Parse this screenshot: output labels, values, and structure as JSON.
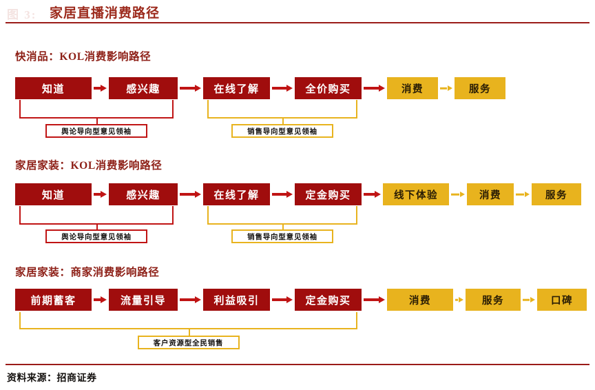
{
  "header": {
    "figure_index": "图 3:",
    "title": "家居直播消费路径",
    "rule_color": "#9a1b18",
    "title_color": "#9c2a1c"
  },
  "footer": {
    "source": "资料来源：招商证券"
  },
  "palette": {
    "red_fill": "#A00D0D",
    "red_line": "#C01414",
    "gold_fill": "#E8B31E",
    "gold_line": "#E8B31E",
    "white": "#ffffff"
  },
  "chart_data": {
    "type": "diagram",
    "title": "家居直播消费路径",
    "subtype": "flowchart-rows",
    "rows": [
      {
        "heading": "快消品：KOL消费影响路径",
        "nodes": [
          {
            "label": "知道",
            "style": "red"
          },
          {
            "label": "感兴趣",
            "style": "red"
          },
          {
            "label": "在线了解",
            "style": "red"
          },
          {
            "label": "全价购买",
            "style": "red"
          },
          {
            "label": "消费",
            "style": "gold"
          },
          {
            "label": "服务",
            "style": "gold"
          }
        ],
        "arrows": [
          "red",
          "red",
          "red",
          "red",
          "gold"
        ],
        "brackets": [
          {
            "label": "舆论导向型意见领袖",
            "style": "red",
            "spans": [
              0,
              1
            ]
          },
          {
            "label": "销售导向型意见领袖",
            "style": "gold",
            "spans": [
              2,
              3
            ]
          }
        ]
      },
      {
        "heading": "家居家装：KOL消费影响路径",
        "nodes": [
          {
            "label": "知道",
            "style": "red"
          },
          {
            "label": "感兴趣",
            "style": "red"
          },
          {
            "label": "在线了解",
            "style": "red"
          },
          {
            "label": "定金购买",
            "style": "red"
          },
          {
            "label": "线下体验",
            "style": "gold"
          },
          {
            "label": "消费",
            "style": "gold"
          },
          {
            "label": "服务",
            "style": "gold"
          }
        ],
        "arrows": [
          "red",
          "red",
          "red",
          "red",
          "gold",
          "gold"
        ],
        "brackets": [
          {
            "label": "舆论导向型意见领袖",
            "style": "red",
            "spans": [
              0,
              1
            ]
          },
          {
            "label": "销售导向型意见领袖",
            "style": "gold",
            "spans": [
              2,
              3
            ]
          }
        ]
      },
      {
        "heading": "家居家装：商家消费影响路径",
        "nodes": [
          {
            "label": "前期蓄客",
            "style": "red"
          },
          {
            "label": "流量引导",
            "style": "red"
          },
          {
            "label": "利益吸引",
            "style": "red"
          },
          {
            "label": "定金购买",
            "style": "red"
          },
          {
            "label": "消费",
            "style": "gold"
          },
          {
            "label": "服务",
            "style": "gold"
          },
          {
            "label": "口碑",
            "style": "gold"
          }
        ],
        "arrows": [
          "red",
          "red",
          "red",
          "red",
          "gold",
          "gold"
        ],
        "brackets": [
          {
            "label": "客户资源型全民销售",
            "style": "gold",
            "spans": [
              0,
              3
            ]
          }
        ]
      }
    ]
  }
}
